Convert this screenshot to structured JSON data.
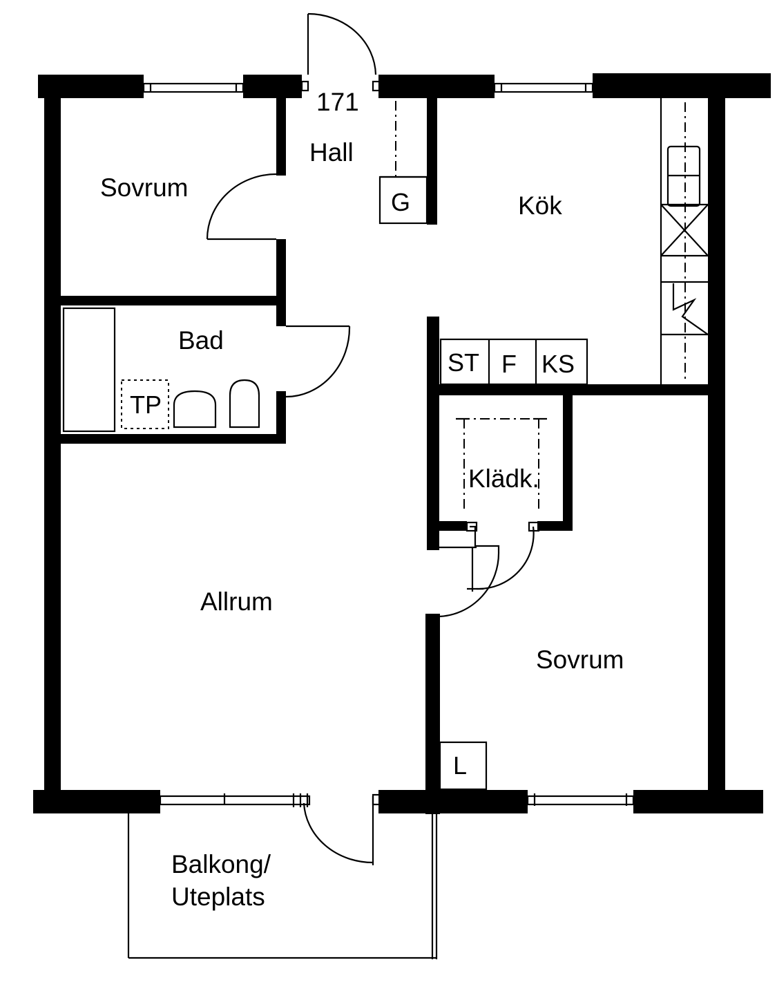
{
  "plan": {
    "unit_number": "171",
    "rooms": {
      "hall": "Hall",
      "bedroom_top": "Sovrum",
      "kitchen": "Kök",
      "bath": "Bad",
      "living": "Allrum",
      "closet": "Klädk.",
      "bedroom_right": "Sovrum",
      "balcony_line1": "Balkong/",
      "balcony_line2": "Uteplats"
    },
    "fixtures": {
      "g": "G",
      "st": "ST",
      "f": "F",
      "ks": "KS",
      "tp": "TP",
      "l": "L"
    }
  }
}
